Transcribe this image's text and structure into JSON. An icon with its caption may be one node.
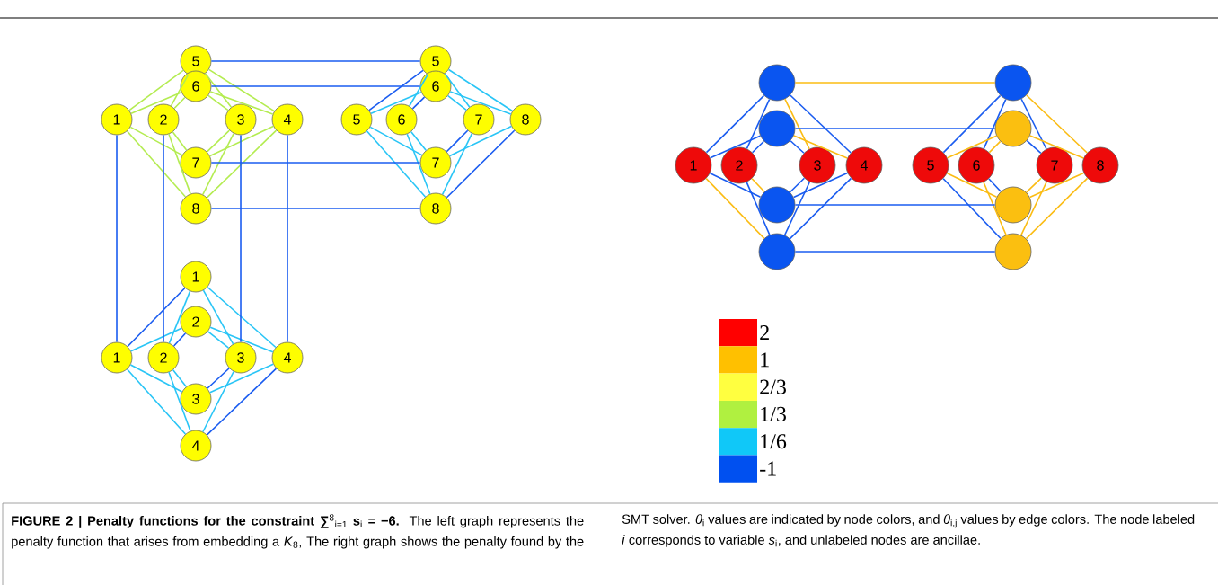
{
  "diagram": {
    "caption": "**FIGURE 2 | Penalty functions for the constraint ∑**$^{8}$$_{i=1}$ **s**$_{i}$ **= −6.** The left graph represents the penalty function that arises from embedding a *K*$_{8}$, The right graph shows the penalty found by the SMT solver. *θ*$_{i}$ values are indicated by node colors, and *θ*$_{i,j}$ values by edge colors. The node labeled *i* corresponds to variable *s*$_{i}$, and unlabeled nodes are ancillae.",
    "nodes": [
      {
        "text": [
          "5"
        ]
      },
      {
        "text": [
          "6"
        ]
      },
      {
        "text": [
          "1"
        ]
      },
      {
        "text": [
          "2"
        ]
      },
      {
        "text": [
          "3"
        ]
      },
      {
        "text": [
          "4"
        ]
      },
      {
        "text": [
          "7"
        ]
      },
      {
        "text": [
          "8"
        ]
      },
      {
        "text": [
          "5"
        ]
      },
      {
        "text": [
          "6"
        ]
      },
      {
        "text": [
          "5"
        ]
      },
      {
        "text": [
          "6"
        ]
      },
      {
        "text": [
          "7"
        ]
      },
      {
        "text": [
          "8"
        ]
      },
      {
        "text": [
          "7"
        ]
      },
      {
        "text": [
          "8"
        ]
      },
      {
        "text": [
          "1"
        ]
      },
      {
        "text": [
          "2"
        ]
      },
      {
        "text": [
          "1"
        ]
      },
      {
        "text": [
          "2"
        ]
      },
      {
        "text": [
          "3"
        ]
      },
      {
        "text": [
          "4"
        ]
      },
      {
        "text": [
          "3"
        ]
      },
      {
        "text": [
          "4"
        ]
      },
      {
        "text": [],
        "shape": "circle"
      },
      {
        "text": [],
        "shape": "circle"
      },
      {
        "text": [
          "1"
        ]
      },
      {
        "text": [
          "2"
        ]
      },
      {
        "text": [
          "3"
        ]
      },
      {
        "text": [
          "4"
        ]
      },
      {
        "text": [],
        "shape": "circle"
      },
      {
        "text": [],
        "shape": "circle"
      },
      {
        "text": [],
        "shape": "circle"
      },
      {
        "text": [],
        "shape": "circle"
      },
      {
        "text": [
          "5"
        ]
      },
      {
        "text": [
          "6"
        ]
      },
      {
        "text": [
          "7"
        ]
      },
      {
        "text": [
          "8"
        ]
      },
      {
        "text": [],
        "shape": "circle"
      },
      {
        "text": [],
        "shape": "circle"
      }
    ],
    "edges": [
      {
        "from": 0,
        "to": 2,
        "arrow": "none",
        "color": "#b4ec51"
      },
      {
        "from": 0,
        "to": 3,
        "arrow": "none",
        "color": "#b4ec51"
      },
      {
        "from": 0,
        "to": 4,
        "arrow": "none",
        "color": "#b4ec51"
      },
      {
        "from": 0,
        "to": 5,
        "arrow": "none",
        "color": "#b4ec51"
      },
      {
        "from": 1,
        "to": 2,
        "arrow": "none",
        "color": "#b4ec51"
      },
      {
        "from": 1,
        "to": 3,
        "arrow": "none",
        "color": "#b4ec51"
      },
      {
        "from": 1,
        "to": 4,
        "arrow": "none",
        "color": "#b4ec51"
      },
      {
        "from": 1,
        "to": 5,
        "arrow": "none",
        "color": "#b4ec51"
      },
      {
        "from": 6,
        "to": 2,
        "arrow": "none",
        "color": "#b4ec51"
      },
      {
        "from": 6,
        "to": 3,
        "arrow": "none",
        "color": "#b4ec51"
      },
      {
        "from": 6,
        "to": 4,
        "arrow": "none",
        "color": "#b4ec51"
      },
      {
        "from": 6,
        "to": 5,
        "arrow": "none",
        "color": "#b4ec51"
      },
      {
        "from": 7,
        "to": 2,
        "arrow": "none",
        "color": "#b4ec51"
      },
      {
        "from": 7,
        "to": 3,
        "arrow": "none",
        "color": "#b4ec51"
      },
      {
        "from": 7,
        "to": 4,
        "arrow": "none",
        "color": "#b4ec51"
      },
      {
        "from": 7,
        "to": 5,
        "arrow": "none",
        "color": "#b4ec51"
      },
      {
        "from": 8,
        "to": 10,
        "arrow": "none"
      },
      {
        "from": 8,
        "to": 11,
        "arrow": "none",
        "color": "#29c5f6"
      },
      {
        "from": 8,
        "to": 12,
        "arrow": "none",
        "color": "#29c5f6"
      },
      {
        "from": 8,
        "to": 13,
        "arrow": "none",
        "color": "#29c5f6"
      },
      {
        "from": 9,
        "to": 10,
        "arrow": "none",
        "color": "#29c5f6"
      },
      {
        "from": 9,
        "to": 11,
        "arrow": "none"
      },
      {
        "from": 9,
        "to": 12,
        "arrow": "none",
        "color": "#29c5f6"
      },
      {
        "from": 9,
        "to": 13,
        "arrow": "none",
        "color": "#29c5f6"
      },
      {
        "from": 14,
        "to": 10,
        "arrow": "none",
        "color": "#29c5f6"
      },
      {
        "from": 14,
        "to": 11,
        "arrow": "none",
        "color": "#29c5f6"
      },
      {
        "from": 14,
        "to": 12,
        "arrow": "none"
      },
      {
        "from": 14,
        "to": 13,
        "arrow": "none",
        "color": "#29c5f6"
      },
      {
        "from": 15,
        "to": 10,
        "arrow": "none",
        "color": "#29c5f6"
      },
      {
        "from": 15,
        "to": 11,
        "arrow": "none",
        "color": "#29c5f6"
      },
      {
        "from": 15,
        "to": 12,
        "arrow": "none",
        "color": "#29c5f6"
      },
      {
        "from": 15,
        "to": 13,
        "arrow": "none"
      },
      {
        "from": 16,
        "to": 18,
        "arrow": "none"
      },
      {
        "from": 16,
        "to": 19,
        "arrow": "none",
        "color": "#29c5f6"
      },
      {
        "from": 16,
        "to": 20,
        "arrow": "none",
        "color": "#29c5f6"
      },
      {
        "from": 16,
        "to": 21,
        "arrow": "none",
        "color": "#29c5f6"
      },
      {
        "from": 17,
        "to": 18,
        "arrow": "none",
        "color": "#29c5f6"
      },
      {
        "from": 17,
        "to": 19,
        "arrow": "none"
      },
      {
        "from": 17,
        "to": 20,
        "arrow": "none",
        "color": "#29c5f6"
      },
      {
        "from": 17,
        "to": 21,
        "arrow": "none",
        "color": "#29c5f6"
      },
      {
        "from": 22,
        "to": 18,
        "arrow": "none",
        "color": "#29c5f6"
      },
      {
        "from": 22,
        "to": 19,
        "arrow": "none",
        "color": "#29c5f6"
      },
      {
        "from": 22,
        "to": 20,
        "arrow": "none"
      },
      {
        "from": 22,
        "to": 21,
        "arrow": "none",
        "color": "#29c5f6"
      },
      {
        "from": 23,
        "to": 18,
        "arrow": "none",
        "color": "#29c5f6"
      },
      {
        "from": 23,
        "to": 19,
        "arrow": "none",
        "color": "#29c5f6"
      },
      {
        "from": 23,
        "to": 20,
        "arrow": "none",
        "color": "#29c5f6"
      },
      {
        "from": 23,
        "to": 21,
        "arrow": "none"
      },
      {
        "from": 0,
        "to": 8,
        "arrow": "none"
      },
      {
        "from": 1,
        "to": 9,
        "arrow": "none"
      },
      {
        "from": 6,
        "to": 14,
        "arrow": "none"
      },
      {
        "from": 7,
        "to": 15,
        "arrow": "none"
      },
      {
        "from": 2,
        "to": 18,
        "arrow": "none"
      },
      {
        "from": 3,
        "to": 19,
        "arrow": "none"
      },
      {
        "from": 4,
        "to": 20,
        "arrow": "none"
      },
      {
        "from": 5,
        "to": 21,
        "arrow": "none"
      },
      {
        "from": 24,
        "to": 26,
        "arrow": "none"
      },
      {
        "from": 24,
        "to": 27,
        "arrow": "none"
      },
      {
        "from": 24,
        "to": 28,
        "arrow": "none",
        "color": "#fbbc13"
      },
      {
        "from": 24,
        "to": 29,
        "arrow": "none"
      },
      {
        "from": 25,
        "to": 26,
        "arrow": "none"
      },
      {
        "from": 25,
        "to": 27,
        "arrow": "none"
      },
      {
        "from": 25,
        "to": 28,
        "arrow": "none"
      },
      {
        "from": 25,
        "to": 29,
        "arrow": "none",
        "color": "#fbbc13"
      },
      {
        "from": 30,
        "to": 26,
        "arrow": "none"
      },
      {
        "from": 30,
        "to": 27,
        "arrow": "none",
        "color": "#fbbc13"
      },
      {
        "from": 30,
        "to": 28,
        "arrow": "none"
      },
      {
        "from": 30,
        "to": 29,
        "arrow": "none"
      },
      {
        "from": 31,
        "to": 26,
        "arrow": "none",
        "color": "#fbbc13"
      },
      {
        "from": 31,
        "to": 27,
        "arrow": "none"
      },
      {
        "from": 31,
        "to": 28,
        "arrow": "none"
      },
      {
        "from": 31,
        "to": 29,
        "arrow": "none"
      },
      {
        "from": 32,
        "to": 34,
        "arrow": "none"
      },
      {
        "from": 32,
        "to": 35,
        "arrow": "none"
      },
      {
        "from": 32,
        "to": 36,
        "arrow": "none"
      },
      {
        "from": 32,
        "to": 37,
        "arrow": "none",
        "color": "#fbbc13"
      },
      {
        "from": 33,
        "to": 34,
        "arrow": "none",
        "color": "#fbbc13"
      },
      {
        "from": 33,
        "to": 35,
        "arrow": "none",
        "color": "#fbbc13"
      },
      {
        "from": 33,
        "to": 36,
        "arrow": "none"
      },
      {
        "from": 33,
        "to": 37,
        "arrow": "none",
        "color": "#fbbc13"
      },
      {
        "from": 38,
        "to": 34,
        "arrow": "none",
        "color": "#fbbc13"
      },
      {
        "from": 38,
        "to": 35,
        "arrow": "none"
      },
      {
        "from": 38,
        "to": 36,
        "arrow": "none",
        "color": "#fbbc13"
      },
      {
        "from": 38,
        "to": 37,
        "arrow": "none",
        "color": "#fbbc13"
      },
      {
        "from": 39,
        "to": 34,
        "arrow": "none"
      },
      {
        "from": 39,
        "to": 35,
        "arrow": "none",
        "color": "#fbbc13"
      },
      {
        "from": 39,
        "to": 36,
        "arrow": "none",
        "color": "#fbbc13"
      },
      {
        "from": 39,
        "to": 37,
        "arrow": "none",
        "color": "#fbbc13"
      },
      {
        "from": 24,
        "to": 32,
        "arrow": "none",
        "color": "#fbbc13"
      },
      {
        "from": 25,
        "to": 33,
        "arrow": "none"
      },
      {
        "from": 30,
        "to": 38,
        "arrow": "none"
      },
      {
        "from": 31,
        "to": 39,
        "arrow": "none"
      }
    ],
    "legend": [
      {
        "text": "2",
        "color": "#ff0000"
      },
      {
        "text": "1",
        "color": "#ffc000"
      },
      {
        "text": "2/3",
        "color": "#ffff40"
      },
      {
        "text": "1/3",
        "color": "#b0f040"
      },
      {
        "text": "1/6",
        "color": "#10c8f8"
      },
      {
        "text": "-1",
        "color": "#0050f0"
      }
    ]
  }
}
